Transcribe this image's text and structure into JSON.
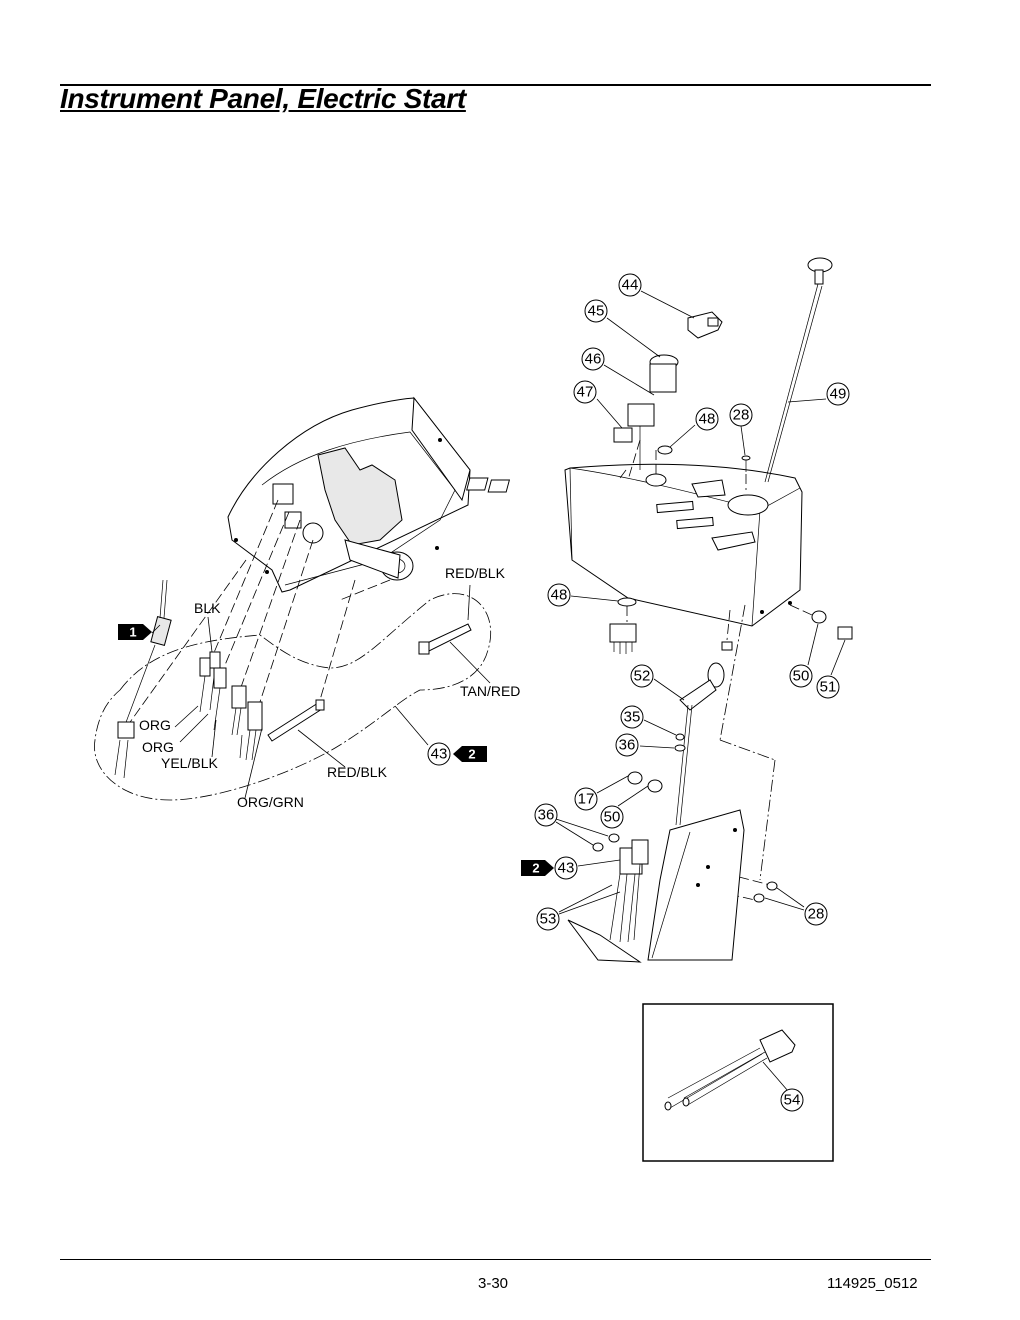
{
  "header": {
    "title": "Instrument Panel, Electric Start"
  },
  "footer": {
    "page_number": "3-30",
    "doc_number": "114925_0512"
  },
  "callouts": [
    {
      "id": "c44",
      "label": "44"
    },
    {
      "id": "c45",
      "label": "45"
    },
    {
      "id": "c46",
      "label": "46"
    },
    {
      "id": "c47",
      "label": "47"
    },
    {
      "id": "c48a",
      "label": "48"
    },
    {
      "id": "c28a",
      "label": "28"
    },
    {
      "id": "c49",
      "label": "49"
    },
    {
      "id": "c48b",
      "label": "48"
    },
    {
      "id": "c50a",
      "label": "50"
    },
    {
      "id": "c51",
      "label": "51"
    },
    {
      "id": "c52",
      "label": "52"
    },
    {
      "id": "c35",
      "label": "35"
    },
    {
      "id": "c36a",
      "label": "36"
    },
    {
      "id": "c17",
      "label": "17"
    },
    {
      "id": "c50b",
      "label": "50"
    },
    {
      "id": "c36b",
      "label": "36"
    },
    {
      "id": "c43a",
      "label": "43"
    },
    {
      "id": "c53",
      "label": "53"
    },
    {
      "id": "c28b",
      "label": "28"
    },
    {
      "id": "c43b",
      "label": "43"
    },
    {
      "id": "c54",
      "label": "54"
    }
  ],
  "badges": [
    {
      "id": "b1",
      "label": "1"
    },
    {
      "id": "b2a",
      "label": "2"
    },
    {
      "id": "b2b",
      "label": "2"
    }
  ],
  "wire_labels": [
    {
      "id": "w-red-blk-1",
      "text": "RED/BLK"
    },
    {
      "id": "w-blk",
      "text": "BLK"
    },
    {
      "id": "w-tan-red",
      "text": "TAN/RED"
    },
    {
      "id": "w-org-1",
      "text": "ORG"
    },
    {
      "id": "w-org-2",
      "text": "ORG"
    },
    {
      "id": "w-yel-blk",
      "text": "YEL/BLK"
    },
    {
      "id": "w-red-blk-2",
      "text": "RED/BLK"
    },
    {
      "id": "w-org-grn",
      "text": "ORG/GRN"
    }
  ]
}
